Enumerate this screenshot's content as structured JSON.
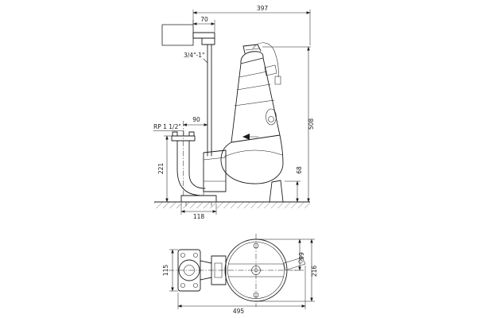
{
  "colors": {
    "background": "#ffffff",
    "ink": "#1c1c1c"
  },
  "side_view": {
    "labels": {
      "rail_size": "3/4\"-1\"",
      "thread": "RP 1 1/2\""
    },
    "dims": {
      "width_overall": "397",
      "bracket": "70",
      "rail_to_center": "90",
      "height_discharge": "221",
      "base": "118",
      "height_overall": "508",
      "height_inlet": "68"
    }
  },
  "plan_view": {
    "dims": {
      "flange": "115",
      "half_depth": "99",
      "depth": "216",
      "width": "495"
    }
  }
}
